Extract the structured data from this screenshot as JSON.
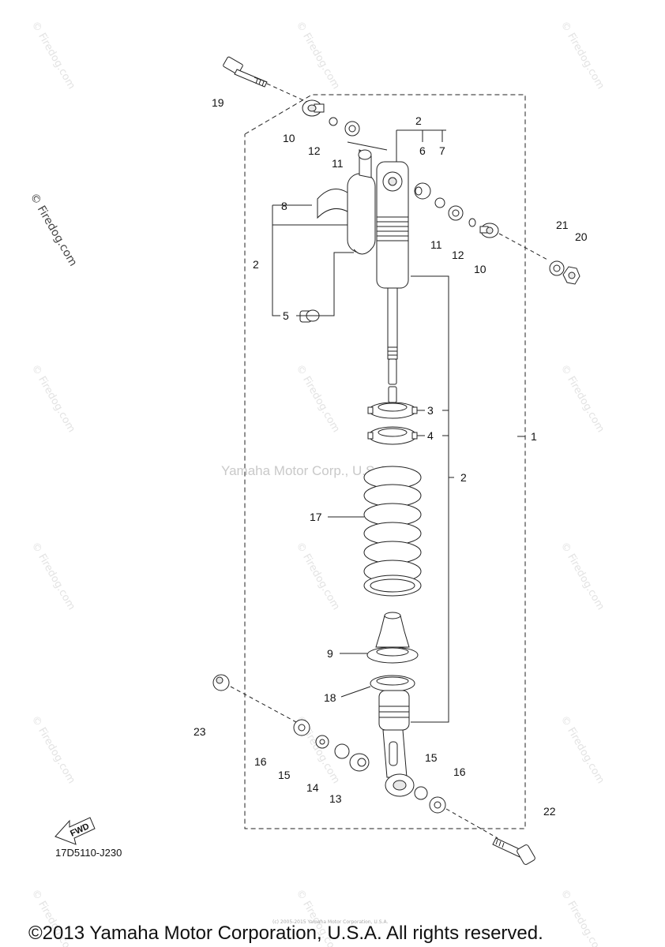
{
  "diagram": {
    "watermark_text": "© Firedog.com",
    "center_watermark": "Yamaha Motor Corp., U.S.A.",
    "diagram_code": "17D5110-J230",
    "fwd_label": "FWD",
    "footer_copyright": "©2013 Yamaha Motor Corporation, U.S.A. All rights reserved.",
    "tiny_footer": "(c) 2005-2015 Yamaha Motor Corporation, U.S.A.",
    "callouts": {
      "c1": "1",
      "c2a": "2",
      "c2b": "2",
      "c2c": "2",
      "c3": "3",
      "c4": "4",
      "c5": "5",
      "c6": "6",
      "c7": "7",
      "c8": "8",
      "c9": "9",
      "c10a": "10",
      "c10b": "10",
      "c11a": "11",
      "c11b": "11",
      "c12a": "12",
      "c12b": "12",
      "c13": "13",
      "c14": "14",
      "c15a": "15",
      "c15b": "15",
      "c16a": "16",
      "c16b": "16",
      "c17": "17",
      "c18": "18",
      "c19": "19",
      "c20": "20",
      "c21": "21",
      "c22": "22",
      "c23": "23"
    }
  }
}
